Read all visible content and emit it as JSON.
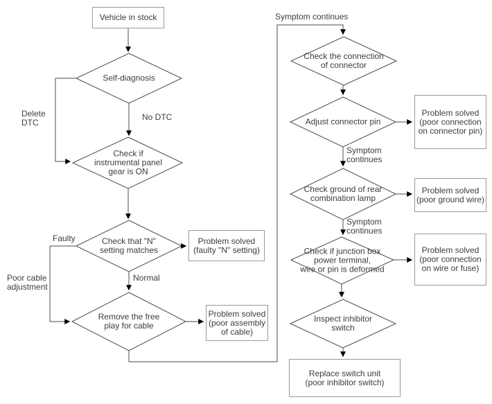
{
  "flowchart": {
    "nodes": {
      "vehicle_in_stock": "Vehicle in stock",
      "self_diagnosis": "Self-diagnosis",
      "panel_gear": "Check if\ninstrumental panel\ngear is ON",
      "n_setting": "Check that \"N\"\nsetting matches",
      "free_play": "Remove the free\nplay for cable",
      "check_connector": "Check the connection\nof connector",
      "adjust_pin": "Adjust connector pin",
      "ground_lamp": "Check ground of rear\ncombination lamp",
      "junction_box": "Check if junction box\npower terminal,\nwire or pin is deformed",
      "inspect_switch": "Inspect inhibitor\nswitch",
      "replace_switch": "Replace switch unit\n(poor inhibitor switch)",
      "solved_n_setting": "Problem solved\n(faulty \"N\" setting)",
      "solved_cable": "Problem solved\n(poor assembly\nof cable)",
      "solved_connector_pin": "Problem solved\n(poor connection\non connector pin)",
      "solved_ground_wire": "Problem solved\n(poor ground wire)",
      "solved_wire_fuse": "Problem solved\n(poor connection\non wire or fuse)"
    },
    "edge_labels": {
      "delete_dtc": "Delete\nDTC",
      "no_dtc": "No DTC",
      "faulty": "Faulty",
      "normal": "Normal",
      "poor_cable_adjustment": "Poor cable\nadjustment",
      "symptom_continues_top": "Symptom continues",
      "symptom_continues_1": "Symptom\ncontinues",
      "symptom_continues_2": "Symptom\ncontinues"
    },
    "colors": {
      "line": "#4a4a4a",
      "box_border": "#999999",
      "arrow": "#000000",
      "text": "#3c3c3c",
      "background": "#ffffff"
    }
  }
}
